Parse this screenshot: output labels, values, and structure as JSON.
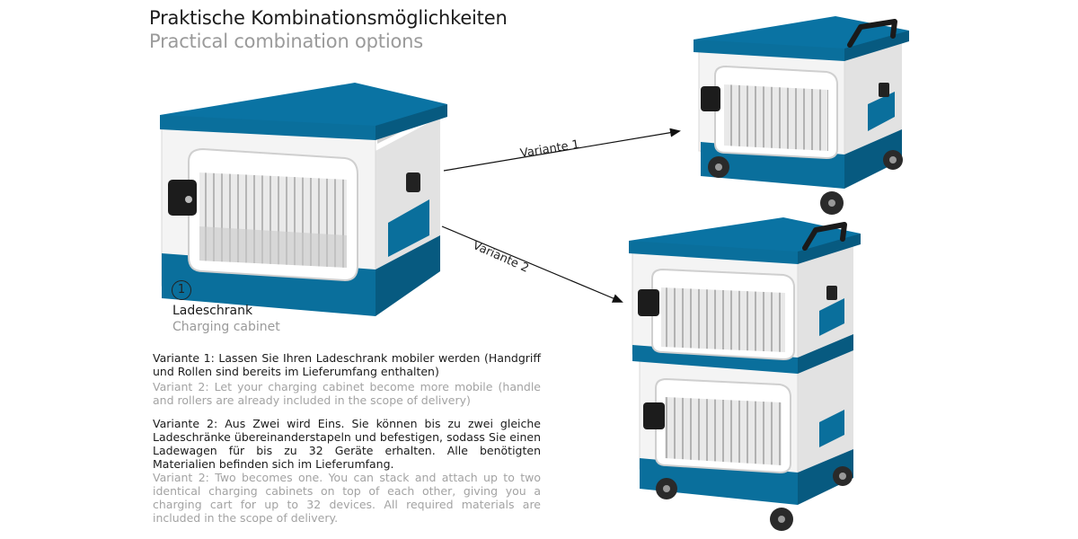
{
  "header": {
    "title_de": "Praktische Kombinationsmöglichkeiten",
    "title_en": "Practical combination options"
  },
  "cabinet": {
    "number": "1",
    "label_de": "Ladeschrank",
    "label_en": "Charging cabinet"
  },
  "arrows": {
    "variant1_label": "Variante 1",
    "variant2_label": "Variante 2"
  },
  "descriptions": {
    "variant1_de": "Variante 1: Lassen Sie Ihren Ladeschrank mobiler werden (Handgriff und Rollen sind bereits im Lieferumfang enthalten)",
    "variant1_en": "Variant 2: Let your charging cabinet become more mobile (handle and rollers are already included in the scope of delivery)",
    "variant2_de": "Variante 2: Aus Zwei wird Eins. Sie können bis zu zwei gleiche Ladeschränke übereinanderstapeln und befestigen, sodass Sie einen Ladewagen für bis zu 32 Geräte erhalten. Alle benötigten Materialien befinden sich im Lieferumfang.",
    "variant2_en": "Variant 2: Two becomes one. You can stack and attach up to two identical charging cabinets on top of each other, giving you a charging cart for up to 32 devices. All required materials are included in the scope of delivery."
  },
  "colors": {
    "brand_blue": "#0a6f9c",
    "body_white": "#f2f2f2",
    "text_dark": "#1b1b1b",
    "text_grey": "#a3a3a3"
  }
}
